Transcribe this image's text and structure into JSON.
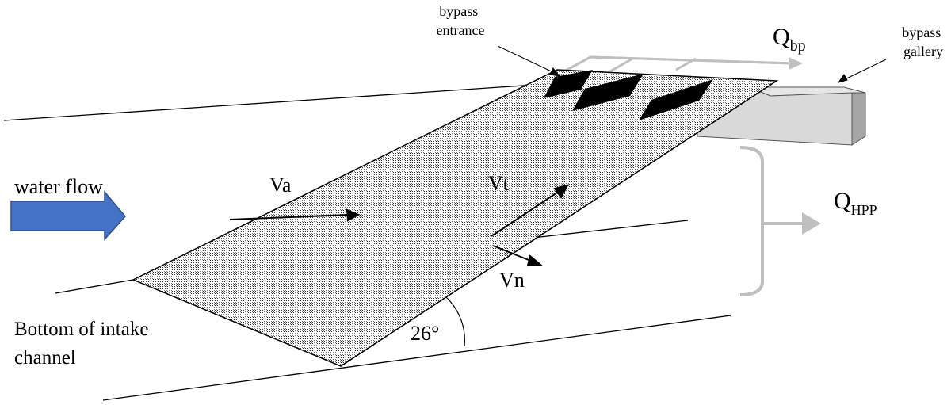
{
  "labels": {
    "bypass_entrance": [
      "bypass",
      "entrance"
    ],
    "bypass_gallery": [
      "bypass",
      "gallery"
    ],
    "q_bp": {
      "main": "Q",
      "sub": "bp"
    },
    "q_hpp": {
      "main": "Q",
      "sub": "HPP"
    },
    "water_flow": "water flow",
    "va": "Va",
    "vt": "Vt",
    "vn": "Vn",
    "bottom": [
      "Bottom of intake",
      "channel"
    ],
    "angle": "26°"
  },
  "colors": {
    "flow_arrow": "#4472C4",
    "flow_arrow_stroke": "#2F528F",
    "gray_arrows": "#BFBFBF",
    "gallery_front": "#D9D9D9",
    "gallery_side": "#A6A6A6",
    "rack_lines": "#000000"
  }
}
